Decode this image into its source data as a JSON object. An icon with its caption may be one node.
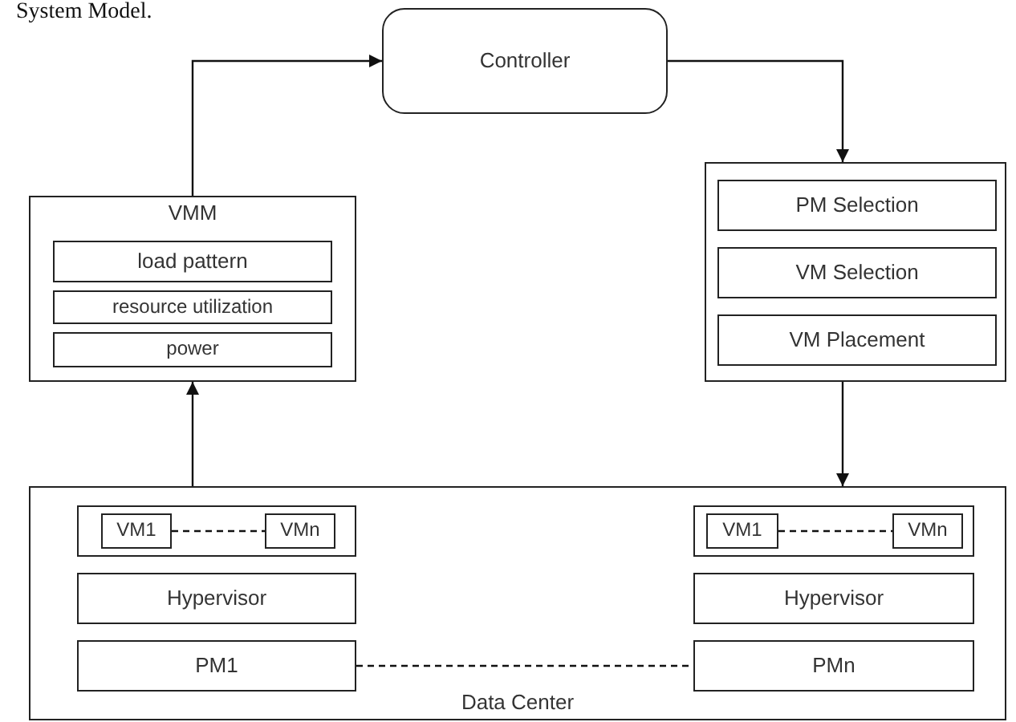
{
  "diagram": {
    "nodes": [
      {
        "text": [
          "Controller"
        ]
      },
      {
        "text": [
          "VMM"
        ]
      },
      {
        "text": [
          "load pattern"
        ],
        "in": 1
      },
      {
        "text": [
          "resource utilization"
        ],
        "in": 1
      },
      {
        "text": [
          "power"
        ],
        "in": 1
      },
      {
        "text": [],
        "shape": "box"
      },
      {
        "text": [
          "PM Selection"
        ],
        "in": 5
      },
      {
        "text": [
          "VM Selection"
        ],
        "in": 5
      },
      {
        "text": [
          "VM Placement"
        ],
        "in": 5
      },
      {
        "text": [
          "Data Center"
        ]
      },
      {
        "text": [],
        "shape": "box",
        "in": 9
      },
      {
        "text": [
          "VM1"
        ],
        "in": 10
      },
      {
        "text": [
          "VMn"
        ],
        "in": 10
      },
      {
        "text": [
          "Hypervisor"
        ],
        "in": 9
      },
      {
        "text": [
          "PM1"
        ],
        "in": 9
      },
      {
        "text": [],
        "shape": "box",
        "in": 9
      },
      {
        "text": [
          "VM1"
        ],
        "in": 15
      },
      {
        "text": [
          "VMn"
        ],
        "in": 15
      },
      {
        "text": [
          "Hypervisor"
        ],
        "in": 9
      },
      {
        "text": [
          "PMn"
        ],
        "in": 9
      }
    ],
    "edges": [
      {
        "from": 9,
        "to": 1,
        "arrow": "to"
      },
      {
        "from": 1,
        "to": 0,
        "arrow": "to"
      },
      {
        "from": 0,
        "to": 5,
        "arrow": "to"
      },
      {
        "from": 5,
        "to": 9,
        "arrow": "to"
      },
      {
        "from": 11,
        "to": 12,
        "arrow": "none",
        "style": "dashed"
      },
      {
        "from": 16,
        "to": 17,
        "arrow": "none",
        "style": "dashed"
      },
      {
        "from": 14,
        "to": 19,
        "arrow": "none",
        "style": "dashed"
      }
    ],
    "labels": [
      "System Model."
    ]
  }
}
